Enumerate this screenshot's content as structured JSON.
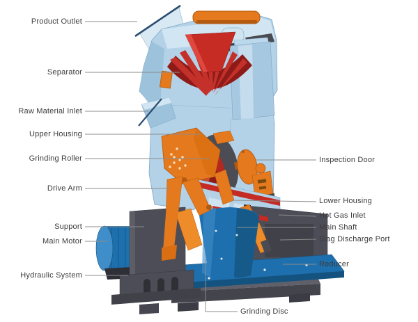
{
  "labels": {
    "left": [
      {
        "text": "Product Outlet"
      },
      {
        "text": "Separator"
      },
      {
        "text": "Raw Material Inlet"
      },
      {
        "text": "Upper Housing"
      },
      {
        "text": "Grinding Roller"
      },
      {
        "text": "Drive Arm"
      },
      {
        "text": "Support"
      },
      {
        "text": "Main Motor"
      },
      {
        "text": "Hydraulic System"
      }
    ],
    "right": [
      {
        "text": "Inspection Door"
      },
      {
        "text": "Lower Housing"
      },
      {
        "text": "Hot Gas Inlet"
      },
      {
        "text": "Main Shaft"
      },
      {
        "text": "Slag Discharge Port"
      },
      {
        "text": "Reducer"
      }
    ],
    "bottom": [
      {
        "text": "Grinding Disc"
      }
    ]
  },
  "colors": {
    "housing_light_blue": "#b3d2e8",
    "housing_pale": "#d2e5f2",
    "separator_red": "#c42b24",
    "accent_orange": "#e4791d",
    "motor_blue": "#1e6fad",
    "frame_gray": "#4d4d57",
    "label_text": "#3c3c3c",
    "leader_line": "#8c8c8c"
  }
}
